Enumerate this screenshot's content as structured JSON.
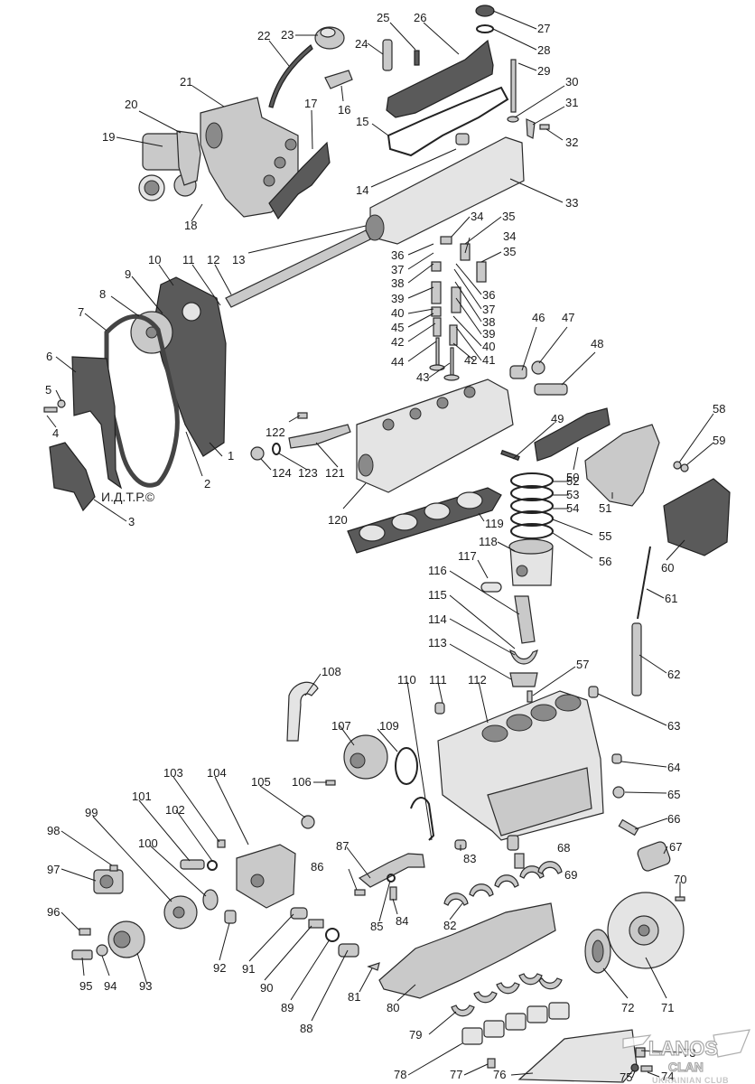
{
  "diagram": {
    "title": "Engine exploded view",
    "copyright_mark": "И.Д.Т.Р.©",
    "watermark": {
      "line1": "LANOS",
      "line2": "CLAN",
      "line3": "UKRAINIAN CLUB"
    },
    "callouts": [
      "1",
      "2",
      "3",
      "4",
      "5",
      "6",
      "7",
      "8",
      "9",
      "10",
      "11",
      "12",
      "13",
      "14",
      "15",
      "16",
      "17",
      "18",
      "19",
      "20",
      "21",
      "22",
      "23",
      "24",
      "25",
      "26",
      "27",
      "28",
      "29",
      "30",
      "31",
      "32",
      "33",
      "34",
      "34",
      "35",
      "35",
      "36",
      "36",
      "37",
      "37",
      "38",
      "38",
      "39",
      "39",
      "40",
      "40",
      "41",
      "42",
      "42",
      "43",
      "44",
      "45",
      "46",
      "47",
      "48",
      "49",
      "50",
      "51",
      "52",
      "53",
      "54",
      "55",
      "56",
      "57",
      "58",
      "59",
      "60",
      "61",
      "62",
      "63",
      "64",
      "65",
      "66",
      "67",
      "68",
      "69",
      "70",
      "71",
      "72",
      "73",
      "74",
      "75",
      "76",
      "77",
      "78",
      "79",
      "80",
      "81",
      "82",
      "83",
      "84",
      "85",
      "86",
      "87",
      "88",
      "89",
      "90",
      "91",
      "92",
      "93",
      "94",
      "95",
      "96",
      "97",
      "98",
      "99",
      "100",
      "101",
      "102",
      "103",
      "104",
      "105",
      "106",
      "107",
      "108",
      "109",
      "110",
      "111",
      "112",
      "113",
      "114",
      "115",
      "116",
      "117",
      "118",
      "119",
      "120",
      "121",
      "122",
      "123",
      "124"
    ]
  }
}
